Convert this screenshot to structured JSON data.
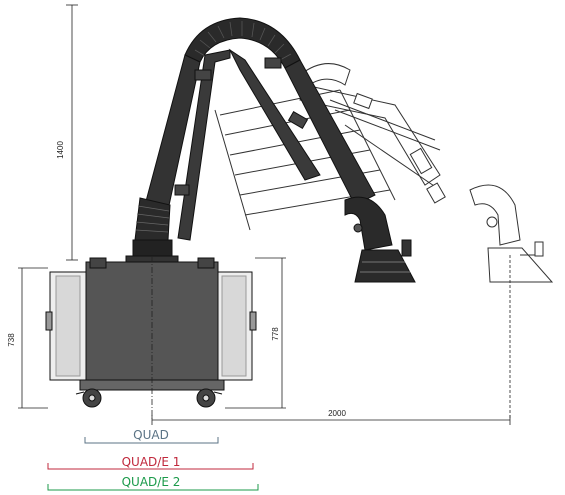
{
  "dimensions": {
    "vertical_height": "1400",
    "left_height": "738",
    "right_height": "778",
    "horizontal_reach": "2000"
  },
  "variants": [
    {
      "label": "QUAD",
      "color": "#5b7385"
    },
    {
      "label": "QUAD/E 1",
      "color": "#c0283c"
    },
    {
      "label": "QUAD/E 2",
      "color": "#1b9a4a"
    }
  ]
}
